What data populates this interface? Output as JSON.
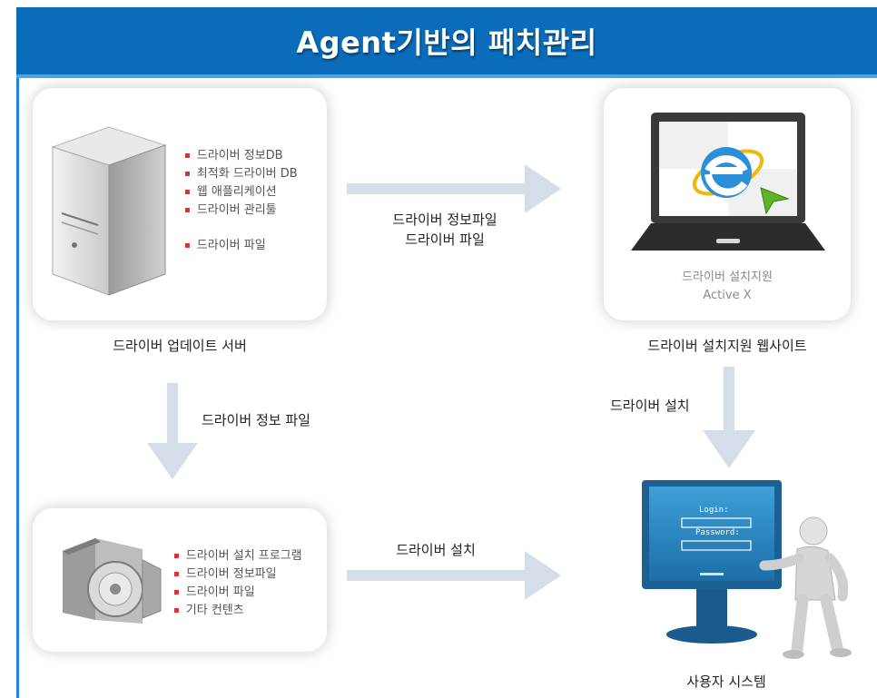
{
  "title": "Agent기반의 패치관리",
  "server_box": {
    "items": [
      "드라이버 정보DB",
      "최적화 드라이버 DB",
      "웹 애플리케이션",
      "드라이버 관리툴",
      "드라이버 파일"
    ],
    "caption": "드라이버 업데이트 서버"
  },
  "website_box": {
    "line1": "드라이버 설치지원",
    "line2": "Active X",
    "caption": "드라이버 설치지원 웹사이트"
  },
  "installer_box": {
    "items": [
      "드라이버 설치 프로그램",
      "드라이버 정보파일",
      "드라이버 파일",
      "기타 컨텐츠"
    ]
  },
  "user_system": {
    "login_label": "Login:",
    "password_label": "Password:",
    "caption": "사용자 시스템"
  },
  "arrows": {
    "top_right_line1": "드라이버 정보파일",
    "top_right_line2": "드라이버 파일",
    "down_left": "드라이버 정보 파일",
    "down_right": "드라이버 설치",
    "bottom_right": "드라이버 설치"
  },
  "colors": {
    "title_bg": "#0a6cba",
    "frame_line": "#1f86d0",
    "bullet": "#d2332a",
    "arrow": "#d5dee8"
  }
}
